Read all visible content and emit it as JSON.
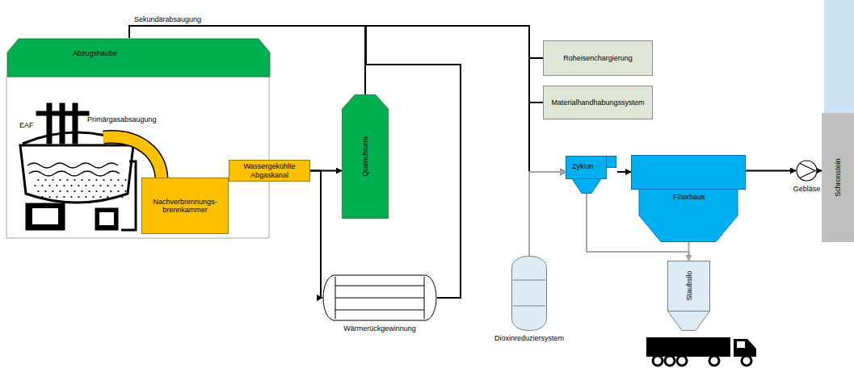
{
  "diagram": {
    "nodes": [
      {
        "text": [
          "Abzugshaube"
        ]
      },
      {
        "text": [
          "Nachverbrennungs- brennkammer"
        ]
      },
      {
        "text": [
          "Wassergekühlte Abgaskanal"
        ]
      },
      {
        "text": [
          "Quenchturm"
        ]
      },
      {
        "text": [
          "Wärmerückgewinnung"
        ]
      },
      {
        "text": [
          "Roheisenchargierung"
        ]
      },
      {
        "text": [
          "Materialhandhabungssystem"
        ]
      },
      {
        "text": [
          "Zyklon"
        ]
      },
      {
        "text": [
          "Filterhaus"
        ]
      },
      {
        "text": [
          "Gebläse"
        ]
      },
      {
        "text": [
          "Schronstein"
        ]
      },
      {
        "text": [
          "Dioxinreduziersystem"
        ]
      },
      {
        "text": [
          "Staubsilo"
        ]
      }
    ],
    "edges": [
      {
        "from": 0,
        "to": 7,
        "label": "Sekundärabsaugung",
        "arrow": "to"
      },
      {
        "from": 2,
        "to": 3,
        "arrow": "to"
      },
      {
        "from": 2,
        "to": 4,
        "arrow": "to"
      },
      {
        "from": 4,
        "to": 7,
        "arrow": "to"
      },
      {
        "from": 3,
        "to": 7,
        "arrow": "to"
      },
      {
        "from": 5,
        "to": 7,
        "arrow": "to"
      },
      {
        "from": 6,
        "to": 7,
        "arrow": "to"
      },
      {
        "from": 11,
        "to": 7,
        "arrow": "to"
      },
      {
        "from": 7,
        "to": 8,
        "arrow": "to"
      },
      {
        "from": 8,
        "to": 9,
        "arrow": "to"
      },
      {
        "from": 9,
        "to": 10,
        "arrow": "to"
      },
      {
        "from": 7,
        "to": 12,
        "arrow": "to"
      },
      {
        "from": 8,
        "to": 12,
        "arrow": "to"
      }
    ],
    "labels": [
      "EAF",
      "Primärgasabsaugung"
    ]
  }
}
